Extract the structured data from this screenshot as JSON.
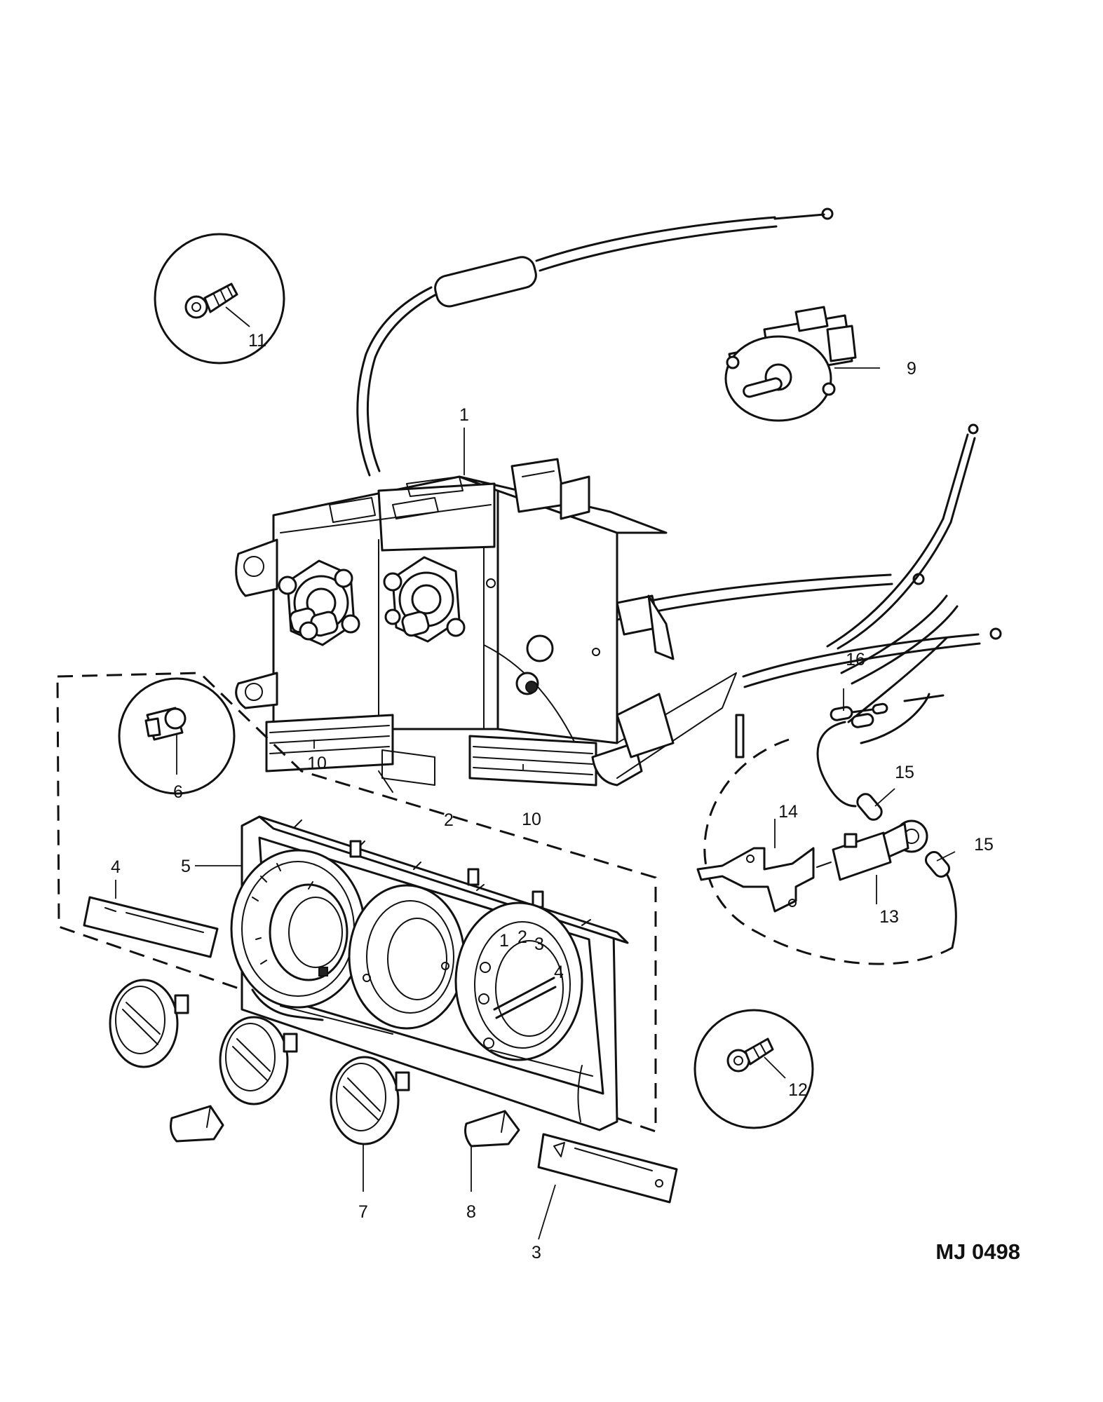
{
  "callouts": [
    {
      "id": "c1",
      "text": "1"
    },
    {
      "id": "c2",
      "text": "2"
    },
    {
      "id": "c3",
      "text": "3"
    },
    {
      "id": "c4",
      "text": "4"
    },
    {
      "id": "c5",
      "text": "5"
    },
    {
      "id": "c6",
      "text": "6"
    },
    {
      "id": "c7",
      "text": "7"
    },
    {
      "id": "c8",
      "text": "8"
    },
    {
      "id": "c9",
      "text": "9"
    },
    {
      "id": "c10a",
      "text": "10"
    },
    {
      "id": "c10b",
      "text": "10"
    },
    {
      "id": "c11",
      "text": "11"
    },
    {
      "id": "c12",
      "text": "12"
    },
    {
      "id": "c13",
      "text": "13"
    },
    {
      "id": "c14",
      "text": "14"
    },
    {
      "id": "c15a",
      "text": "15"
    },
    {
      "id": "c15b",
      "text": "15"
    },
    {
      "id": "c16",
      "text": "16"
    }
  ],
  "reference_code": "MJ 0498",
  "dial_marks": [
    "1",
    "2",
    "3",
    "4"
  ]
}
